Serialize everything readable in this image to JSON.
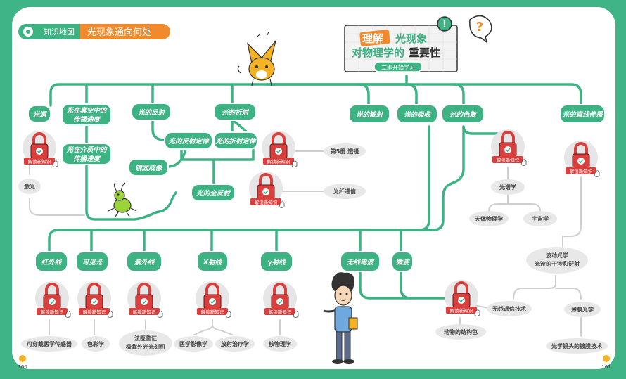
{
  "header": {
    "tag_label": "知识地图",
    "tag_title": "光现象通向何处",
    "banner_line1_highlight": "理解",
    "banner_line1_rest": "光现象",
    "banner_line2_green": "对物理学的",
    "banner_line2_dark": "重要性",
    "banner_button": "立即开始学习",
    "exclaim_symbol": "!",
    "question_symbol": "?"
  },
  "badge_label": "解锁新知识",
  "page_numbers": {
    "left": "160",
    "right": "161"
  },
  "nodes": {
    "guangyuan": "光源",
    "vacuum_speed": [
      "光在真空中的",
      "传播速度"
    ],
    "medium_speed": [
      "光在介质中的",
      "传播速度"
    ],
    "reflection": "光的反射",
    "reflection_law": "光的反射定律",
    "mirror_image": "镜面成像",
    "refraction": "光的折射",
    "refraction_law": "光的折射定律",
    "total_reflection": "光的全反射",
    "scattering": "光的散射",
    "absorption": "光的吸收",
    "dispersion": "光的色散",
    "rectilinear": "光的直线传播",
    "infrared": "红外线",
    "visible": "可见光",
    "ultraviolet": "紫外线",
    "xray": "X射线",
    "gamma": "γ射线",
    "radio": "无线电波",
    "microwave": "微波"
  },
  "leaves": {
    "laser": "激光",
    "lens": "第5册 透镜",
    "fiber": "光纤通信",
    "spectroscopy": "光谱学",
    "astrophysics": "天体物理学",
    "cosmology": "宇宙学",
    "wave_optics": [
      "波动光学",
      "光波的干涉和衍射"
    ],
    "wireless": "无线通信技术",
    "thin_film": "薄膜光学",
    "animal_structure": "动物的结构色",
    "coating": "光学镜头的镀膜技术",
    "wearable": "可穿戴医学传感器",
    "colorimetry": "色彩学",
    "forensics": [
      "法医鉴证",
      "极紫外光光刻机"
    ],
    "medical_imaging": "医学影像学",
    "radiotherapy": "放射治疗学",
    "nuclear": "核物理学"
  }
}
